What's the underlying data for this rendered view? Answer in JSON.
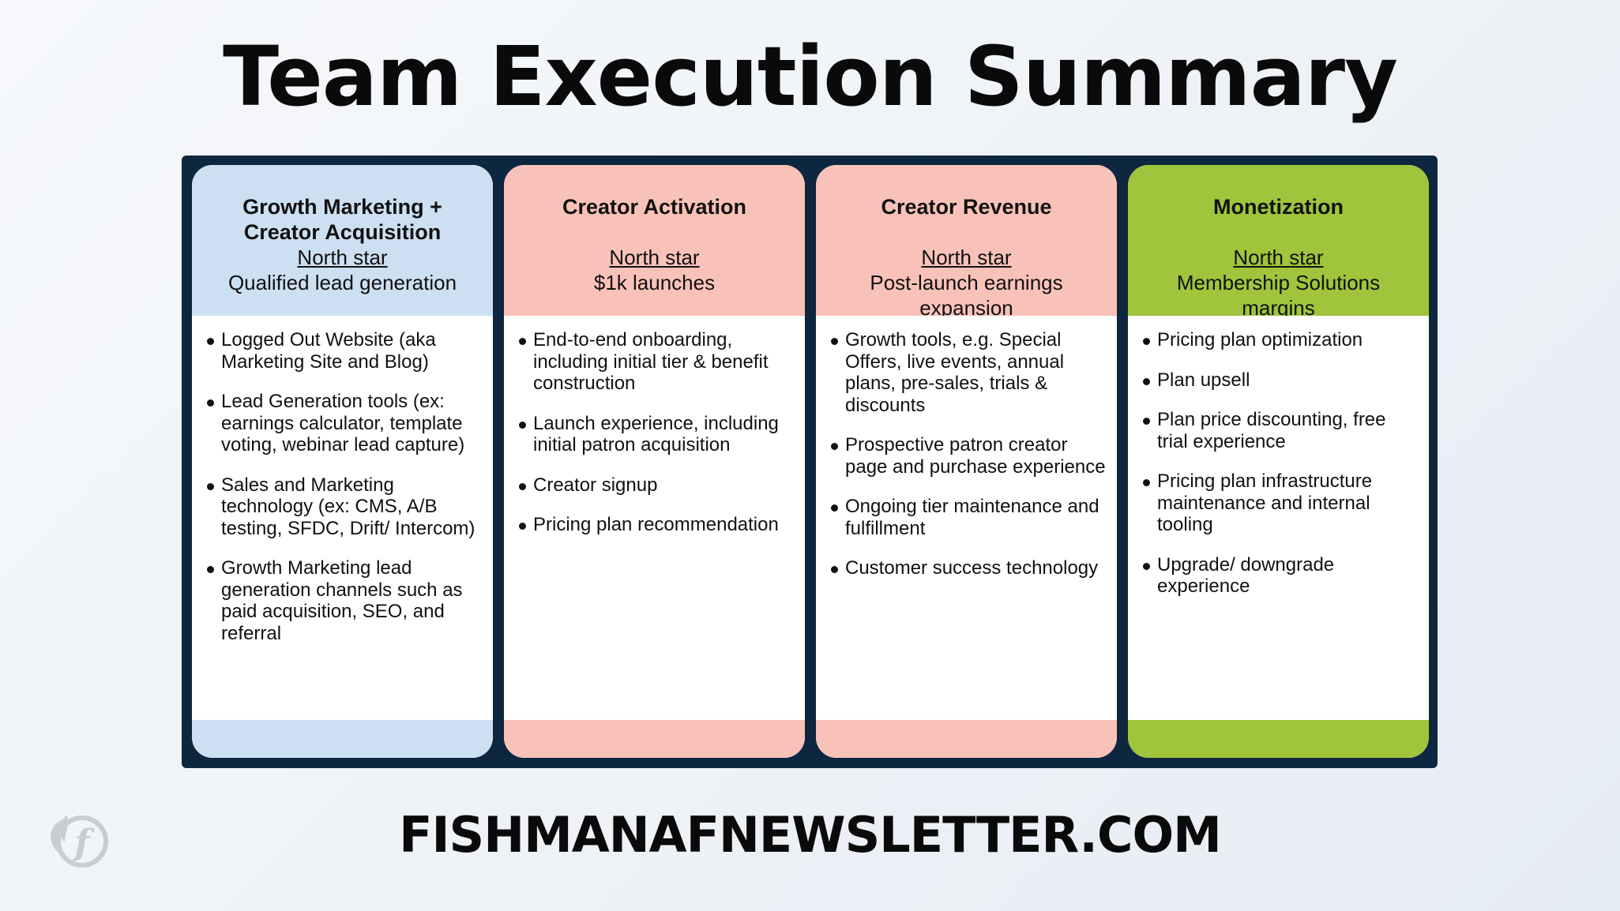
{
  "title": "Team Execution Summary",
  "footer": "FISHMANAFNEWSLETTER.COM",
  "colors": {
    "board": "#0e2740",
    "blue": "#cde0f1",
    "pink": "#f9c2b9",
    "green": "#a0c43b"
  },
  "logo": {
    "icon": "fishman-af-logo-icon",
    "letter": "f"
  },
  "columns": [
    {
      "team": "Growth Marketing + Creator Acquisition",
      "north_star_label": "North star",
      "north_star": "Qualified lead generation",
      "color": "#cde0f1",
      "items": [
        "Logged Out Website (aka Marketing Site and Blog)",
        "Lead Generation tools (ex: earnings calculator, template voting, webinar lead capture)",
        "Sales and Marketing technology (ex: CMS, A/B testing, SFDC, Drift/ Intercom)",
        "Growth Marketing lead generation channels such as paid acquisition, SEO, and referral"
      ]
    },
    {
      "team": "Creator Activation",
      "north_star_label": "North star",
      "north_star": "$1k launches",
      "color": "#f9c2b9",
      "items": [
        "End-to-end onboarding, including initial tier & benefit construction",
        "Launch experience, including initial patron acquisition",
        "Creator signup",
        "Pricing plan recommendation"
      ]
    },
    {
      "team": "Creator Revenue",
      "north_star_label": "North star",
      "north_star": "Post-launch earnings expansion",
      "color": "#f9c2b9",
      "items": [
        "Growth tools, e.g. Special Offers, live events, annual plans, pre-sales, trials & discounts",
        "Prospective patron creator page and purchase experience",
        "Ongoing tier maintenance and fulfillment",
        "Customer success technology"
      ]
    },
    {
      "team": "Monetization",
      "north_star_label": "North star",
      "north_star": "Membership Solutions margins",
      "color": "#a0c43b",
      "items": [
        "Pricing plan optimization",
        "Plan upsell",
        "Plan price discounting, free trial experience",
        "Pricing plan infrastructure maintenance and internal tooling",
        "Upgrade/ downgrade experience"
      ]
    }
  ]
}
